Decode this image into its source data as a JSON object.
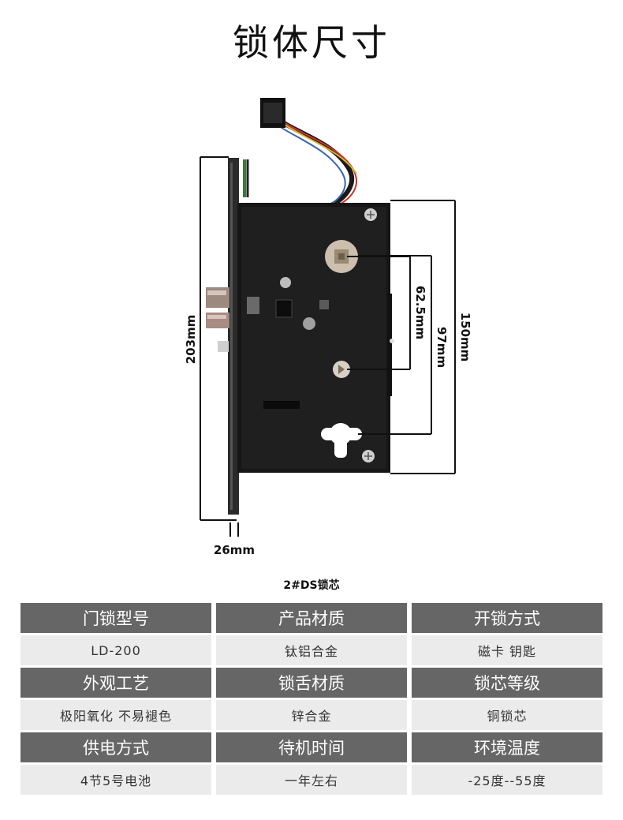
{
  "title": "锁体尺寸",
  "caption": "2#DS锁芯",
  "dimensions": {
    "height_total": "203mm",
    "body_height": "150mm",
    "center_distance_1": "62.5mm",
    "center_distance_2": "97mm",
    "faceplate_thickness": "26mm"
  },
  "colors": {
    "header_bg": "#666666",
    "value_bg": "#ebebeb",
    "dimension_line": "#111111"
  },
  "specs": [
    {
      "headers": [
        "门锁型号",
        "产品材质",
        "开锁方式"
      ],
      "values": [
        "LD-200",
        "钛铝合金",
        "磁卡 钥匙"
      ]
    },
    {
      "headers": [
        "外观工艺",
        "锁舌材质",
        "锁芯等级"
      ],
      "values": [
        "极阳氧化 不易褪色",
        "锌合金",
        "铜锁芯"
      ]
    },
    {
      "headers": [
        "供电方式",
        "待机时间",
        "环境温度"
      ],
      "values": [
        "4节5号电池",
        "一年左右",
        "-25度--55度"
      ]
    }
  ]
}
